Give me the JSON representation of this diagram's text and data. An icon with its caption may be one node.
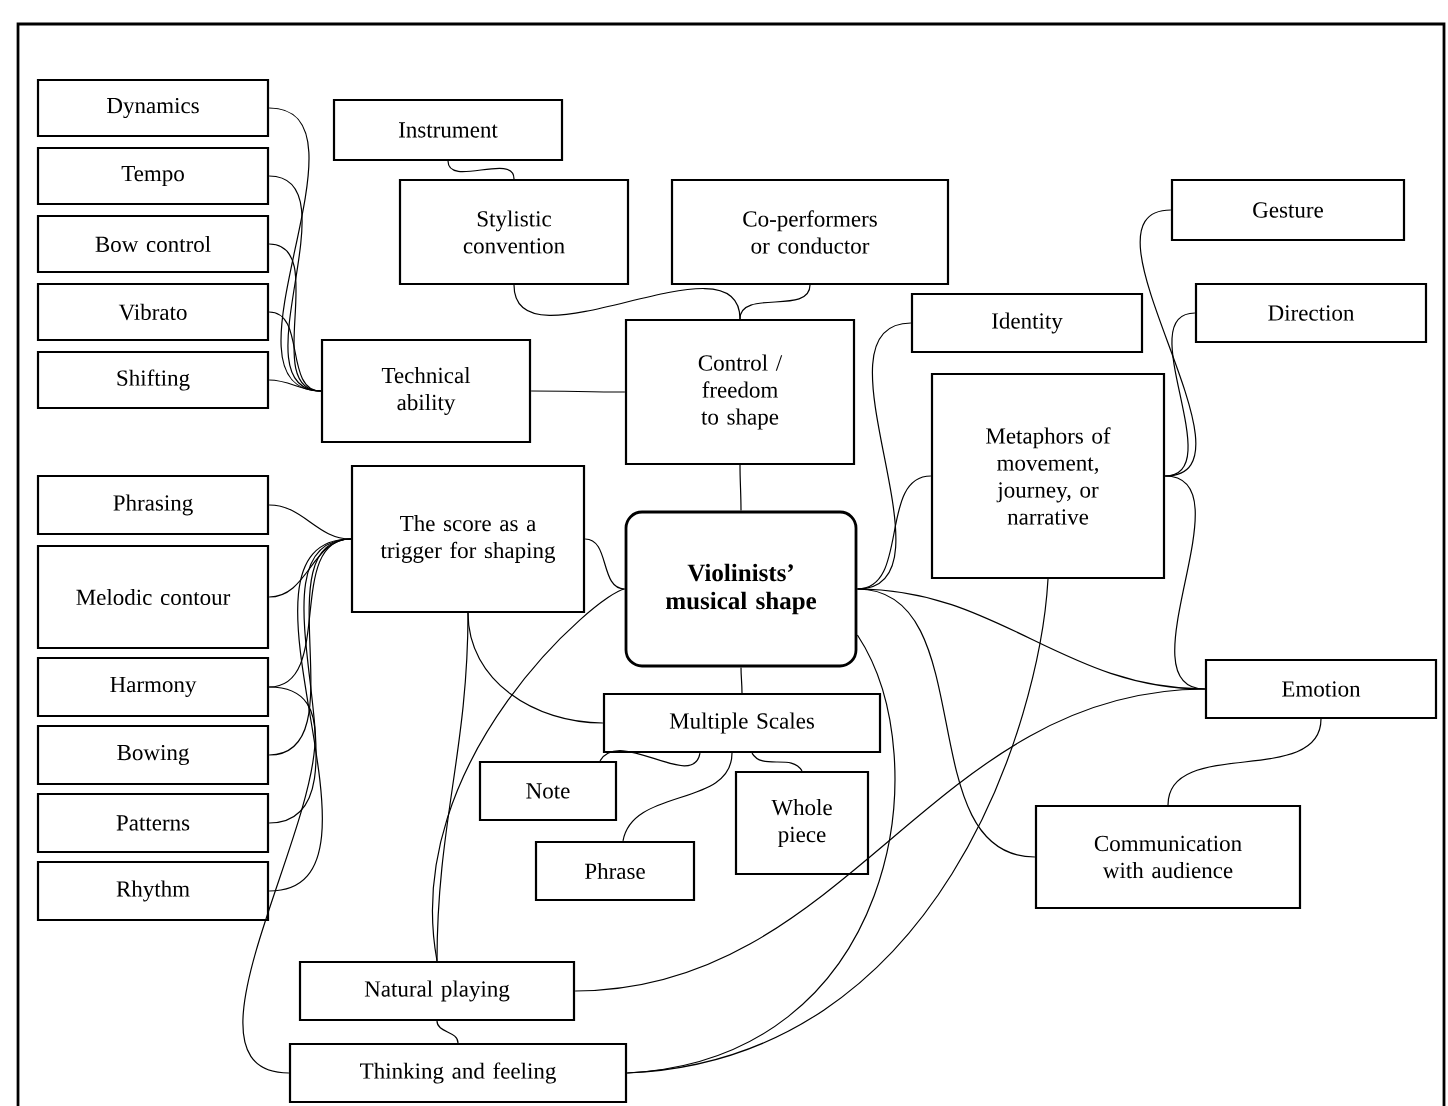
{
  "diagram": {
    "nodes": [
      {
        "text": [
          "Dynamics"
        ]
      },
      {
        "text": [
          "Tempo"
        ]
      },
      {
        "text": [
          "Bow control"
        ]
      },
      {
        "text": [
          "Vibrato"
        ]
      },
      {
        "text": [
          "Shifting"
        ]
      },
      {
        "text": [
          "Instrument"
        ]
      },
      {
        "text": [
          "Stylistic convention"
        ]
      },
      {
        "text": [
          "Co-performers or conductor"
        ]
      },
      {
        "text": [
          "Technical ability"
        ]
      },
      {
        "text": [
          "Control / freedom to shape"
        ]
      },
      {
        "text": [
          "Identity"
        ]
      },
      {
        "text": [
          "Gesture"
        ]
      },
      {
        "text": [
          "Direction"
        ]
      },
      {
        "text": [
          "Metaphors of movement, journey, or narrative"
        ]
      },
      {
        "text": [
          "Phrasing"
        ]
      },
      {
        "text": [
          "The score as a trigger for shaping"
        ]
      },
      {
        "text": [
          "Violinists’ musical shape"
        ]
      },
      {
        "text": [
          "Melodic contour"
        ]
      },
      {
        "text": [
          "Harmony"
        ]
      },
      {
        "text": [
          "Bowing"
        ]
      },
      {
        "text": [
          "Patterns"
        ]
      },
      {
        "text": [
          "Rhythm"
        ]
      },
      {
        "text": [
          "Multiple Scales"
        ]
      },
      {
        "text": [
          "Note"
        ]
      },
      {
        "text": [
          "Whole piece"
        ]
      },
      {
        "text": [
          "Phrase"
        ]
      },
      {
        "text": [
          "Emotion"
        ]
      },
      {
        "text": [
          "Communication with audience"
        ]
      },
      {
        "text": [
          "Natural playing"
        ]
      },
      {
        "text": [
          "Thinking and feeling"
        ]
      }
    ],
    "edges": [
      {
        "from": 0,
        "to": 8,
        "arrow": "none"
      },
      {
        "from": 1,
        "to": 8,
        "arrow": "none"
      },
      {
        "from": 2,
        "to": 8,
        "arrow": "none"
      },
      {
        "from": 3,
        "to": 8,
        "arrow": "none"
      },
      {
        "from": 4,
        "to": 8,
        "arrow": "none"
      },
      {
        "from": 5,
        "to": 6,
        "arrow": "none"
      },
      {
        "from": 6,
        "to": 9,
        "arrow": "none"
      },
      {
        "from": 7,
        "to": 9,
        "arrow": "none"
      },
      {
        "from": 8,
        "to": 9,
        "arrow": "none"
      },
      {
        "from": 9,
        "to": 16,
        "arrow": "none"
      },
      {
        "from": 16,
        "to": 10,
        "arrow": "none"
      },
      {
        "from": 16,
        "to": 13,
        "arrow": "none"
      },
      {
        "from": 13,
        "to": 11,
        "arrow": "none"
      },
      {
        "from": 13,
        "to": 12,
        "arrow": "none"
      },
      {
        "from": 14,
        "to": 15,
        "arrow": "none"
      },
      {
        "from": 17,
        "to": 15,
        "arrow": "none"
      },
      {
        "from": 18,
        "to": 15,
        "arrow": "none"
      },
      {
        "from": 19,
        "to": 15,
        "arrow": "none"
      },
      {
        "from": 20,
        "to": 15,
        "arrow": "none"
      },
      {
        "from": 21,
        "to": 15,
        "arrow": "none"
      },
      {
        "from": 15,
        "to": 16,
        "arrow": "none"
      },
      {
        "from": 15,
        "to": 22,
        "arrow": "none"
      },
      {
        "from": 16,
        "to": 22,
        "arrow": "none"
      },
      {
        "from": 22,
        "to": 23,
        "arrow": "none"
      },
      {
        "from": 22,
        "to": 24,
        "arrow": "none"
      },
      {
        "from": 22,
        "to": 25,
        "arrow": "none"
      },
      {
        "from": 13,
        "to": 26,
        "arrow": "none"
      },
      {
        "from": 16,
        "to": 26,
        "arrow": "none"
      },
      {
        "from": 16,
        "to": 27,
        "arrow": "none"
      },
      {
        "from": 26,
        "to": 27,
        "arrow": "none"
      },
      {
        "from": 28,
        "to": 26,
        "arrow": "none"
      },
      {
        "from": 16,
        "to": 28,
        "arrow": "none"
      },
      {
        "from": 15,
        "to": 28,
        "arrow": "none"
      },
      {
        "from": 28,
        "to": 29,
        "arrow": "none"
      },
      {
        "from": 18,
        "to": 29,
        "arrow": "none"
      },
      {
        "from": 29,
        "to": 13,
        "arrow": "none"
      },
      {
        "from": 29,
        "to": 16,
        "arrow": "none"
      }
    ]
  }
}
